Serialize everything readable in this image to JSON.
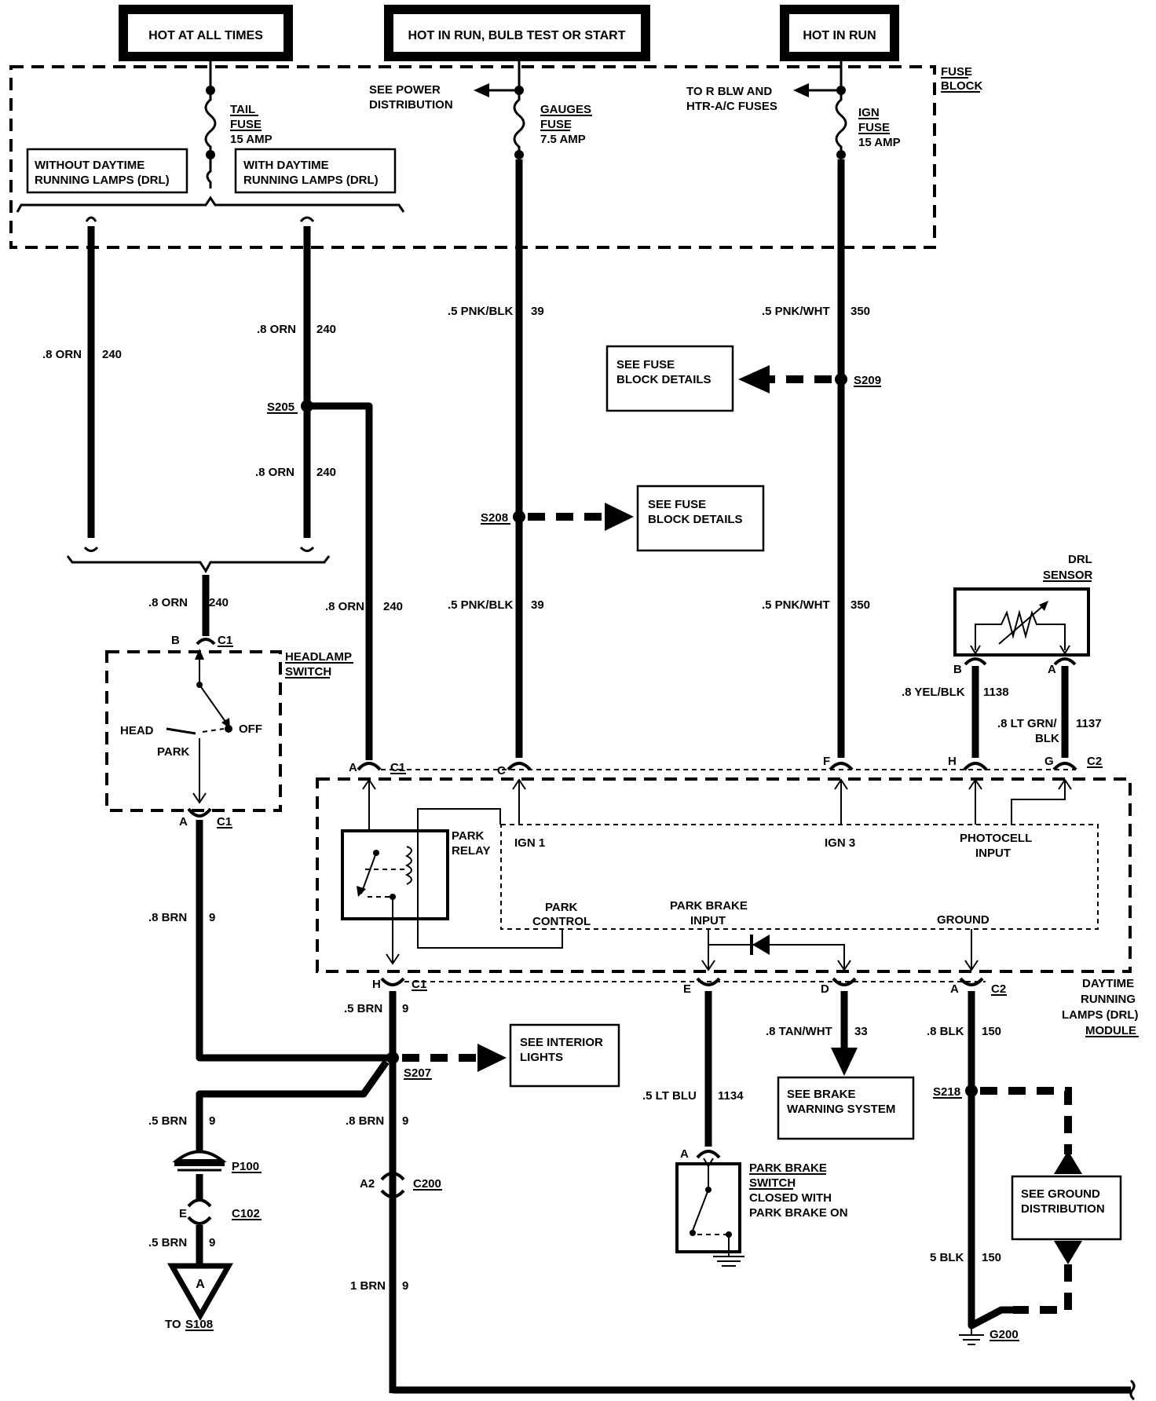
{
  "power_headers": {
    "hot_at_all_times": "HOT AT ALL TIMES",
    "hot_in_run_bulb_test_start": "HOT IN RUN, BULB TEST OR START",
    "hot_in_run": "HOT IN RUN"
  },
  "fuse_block": {
    "label_line1": "FUSE",
    "label_line2": "BLOCK",
    "tail_fuse": [
      "TAIL",
      "FUSE",
      "15 AMP"
    ],
    "gauges_fuse": [
      "GAUGES",
      "FUSE",
      "7.5 AMP"
    ],
    "ign_fuse": [
      "IGN",
      "FUSE",
      "15 AMP"
    ],
    "see_power_distribution": [
      "SEE POWER",
      "DISTRIBUTION"
    ],
    "to_r_blw": [
      "TO R BLW AND",
      "HTR-A/C FUSES"
    ],
    "without_drl": [
      "WITHOUT DAYTIME",
      "RUNNING LAMPS (DRL)"
    ],
    "with_drl": [
      "WITH DAYTIME",
      "RUNNING LAMPS (DRL)"
    ]
  },
  "wires": {
    "orn240_left": [
      ".8 ORN",
      "240"
    ],
    "orn240_right_top": [
      ".8 ORN",
      "240"
    ],
    "orn240_right_mid": [
      ".8 ORN",
      "240"
    ],
    "orn240_sw": [
      ".8 ORN",
      "240"
    ],
    "orn240_c1a": [
      ".8 ORN",
      "240"
    ],
    "pnk39_top": [
      ".5 PNK/BLK",
      "39"
    ],
    "pnk39_bot": [
      ".5 PNK/BLK",
      "39"
    ],
    "pnk350_top": [
      ".5 PNK/WHT",
      "350"
    ],
    "pnk350_bot": [
      ".5 PNK/WHT",
      "350"
    ],
    "yel1138": [
      ".8 YEL/BLK",
      "1138"
    ],
    "ltgrn1137": [
      ".8 LT GRN/",
      "BLK",
      "1137"
    ],
    "brn9_a": [
      ".8 BRN",
      "9"
    ],
    "brn9_h": [
      ".5 BRN",
      "9"
    ],
    "brn9_left": [
      ".5 BRN",
      "9"
    ],
    "brn9_mid": [
      ".8 BRN",
      "9"
    ],
    "brn9_low": [
      ".5 BRN",
      "9"
    ],
    "brn9_bottom": [
      "1 BRN",
      "9"
    ],
    "tan33": [
      ".8 TAN/WHT",
      "33"
    ],
    "ltblu1134": [
      ".5 LT BLU",
      "1134"
    ],
    "blk150_top": [
      ".8 BLK",
      "150"
    ],
    "blk150_bot": [
      "5 BLK",
      "150"
    ]
  },
  "splices": {
    "s205": "S205",
    "s208": "S208",
    "s209": "S209",
    "s207": "S207",
    "s218": "S218"
  },
  "refs": {
    "see_fuse_block_1": [
      "SEE FUSE",
      "BLOCK DETAILS"
    ],
    "see_fuse_block_2": [
      "SEE FUSE",
      "BLOCK DETAILS"
    ],
    "see_interior": [
      "SEE INTERIOR",
      "LIGHTS"
    ],
    "see_brake": [
      "SEE BRAKE",
      "WARNING SYSTEM"
    ],
    "see_ground": [
      "SEE GROUND",
      "DISTRIBUTION"
    ]
  },
  "drl_sensor": {
    "line1": "DRL",
    "line2": "SENSOR",
    "pin_b": "B",
    "pin_a": "A"
  },
  "headlamp_switch": {
    "label": [
      "HEADLAMP",
      "SWITCH"
    ],
    "head": "HEAD",
    "park": "PARK",
    "off": "OFF",
    "pin_b": "B",
    "pin_a": "A",
    "c1": "C1"
  },
  "module": {
    "label": [
      "DAYTIME",
      "RUNNING",
      "LAMPS (DRL)",
      "MODULE"
    ],
    "park_relay": [
      "PARK",
      "RELAY"
    ],
    "ign1": "IGN 1",
    "ign3": "IGN 3",
    "photocell": [
      "PHOTOCELL",
      "INPUT"
    ],
    "park_control": [
      "PARK",
      "CONTROL"
    ],
    "park_brake_input": [
      "PARK BRAKE",
      "INPUT"
    ],
    "ground": "GROUND",
    "pins_top": [
      "A",
      "C",
      "F",
      "H",
      "G"
    ],
    "pins_bottom": [
      "H",
      "E",
      "D",
      "A"
    ],
    "c1": "C1",
    "c2": "C2"
  },
  "connectors": {
    "p100": "P100",
    "c102": "C102",
    "c200": "C200",
    "a2": "A2",
    "e": "E",
    "a": "A"
  },
  "ground_ref": {
    "letter": "A",
    "to": "TO",
    "s108": "S108"
  },
  "park_brake_switch": [
    "PARK BRAKE",
    "SWITCH",
    "CLOSED WITH",
    "PARK BRAKE ON"
  ],
  "g200": "G200"
}
